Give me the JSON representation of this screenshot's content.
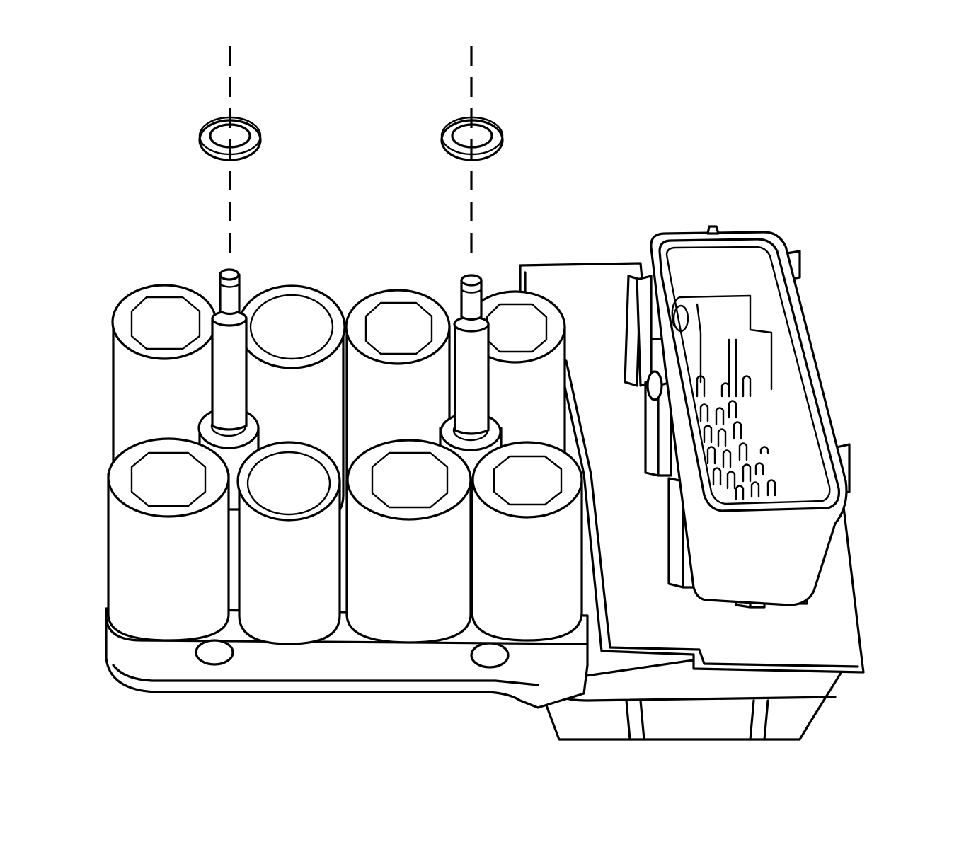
{
  "figure": {
    "description_visible_text": "",
    "colors": {
      "ink": "#000000",
      "paper": "#ffffff"
    },
    "parts": {
      "o_rings": 2,
      "solenoid_valves_back_row": 4,
      "solenoid_valves_front_row": 4,
      "locating_pins": 2,
      "mounting_holes": 2,
      "connector_terminals": 20
    }
  }
}
